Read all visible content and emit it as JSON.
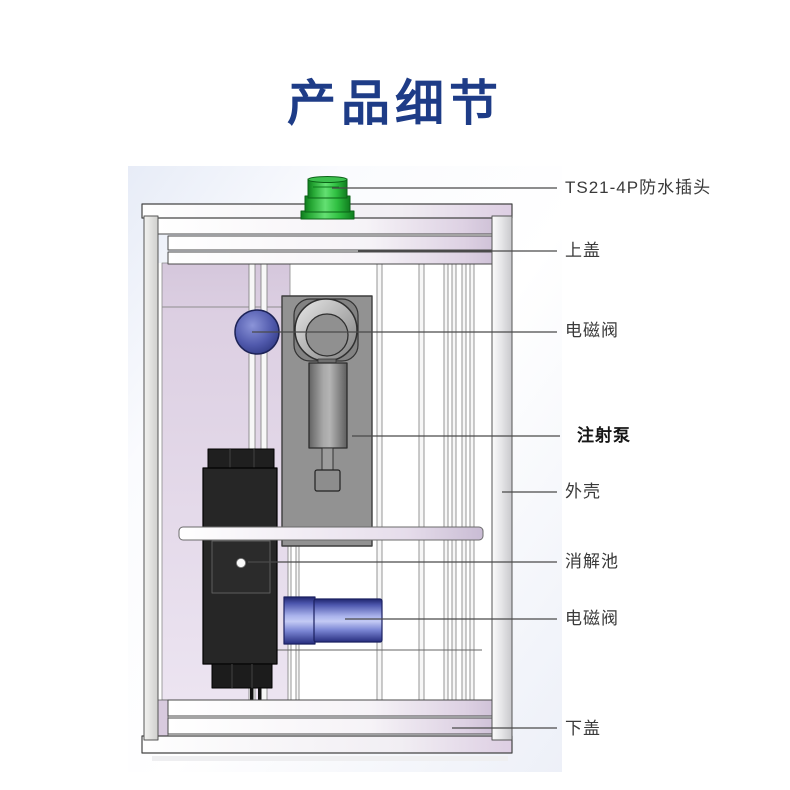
{
  "title": {
    "text": "产品细节",
    "color": "#1e3c87"
  },
  "callouts": [
    {
      "id": "waterproof-plug",
      "text": "TS21-4P防水插头",
      "bold": false
    },
    {
      "id": "top-cover",
      "text": "上盖",
      "bold": false
    },
    {
      "id": "solenoid-valve-top",
      "text": "电磁阀",
      "bold": false
    },
    {
      "id": "syringe-pump",
      "text": "注射泵",
      "bold": true
    },
    {
      "id": "outer-shell",
      "text": "外壳",
      "bold": false
    },
    {
      "id": "digestion-cell",
      "text": "消解池",
      "bold": false
    },
    {
      "id": "solenoid-valve-bottom",
      "text": "电磁阀",
      "bold": false
    },
    {
      "id": "bottom-cover",
      "text": "下盖",
      "bold": false
    }
  ],
  "diagram": {
    "type": "labeled-product-render",
    "part_names": [
      "TS21-4P防水插头",
      "上盖",
      "电磁阀",
      "注射泵",
      "外壳",
      "消解池",
      "电磁阀",
      "下盖"
    ],
    "colors": {
      "title_blue": "#1e3c87",
      "plug_green": "#2eb13c",
      "valve_blue": "#5a64b8",
      "panel_lavender": "#e0d4e6",
      "body_black": "#262626",
      "pump_gray": "#929292",
      "label_text": "#3a3a3a",
      "leader_line": "#4a4a4a"
    }
  }
}
